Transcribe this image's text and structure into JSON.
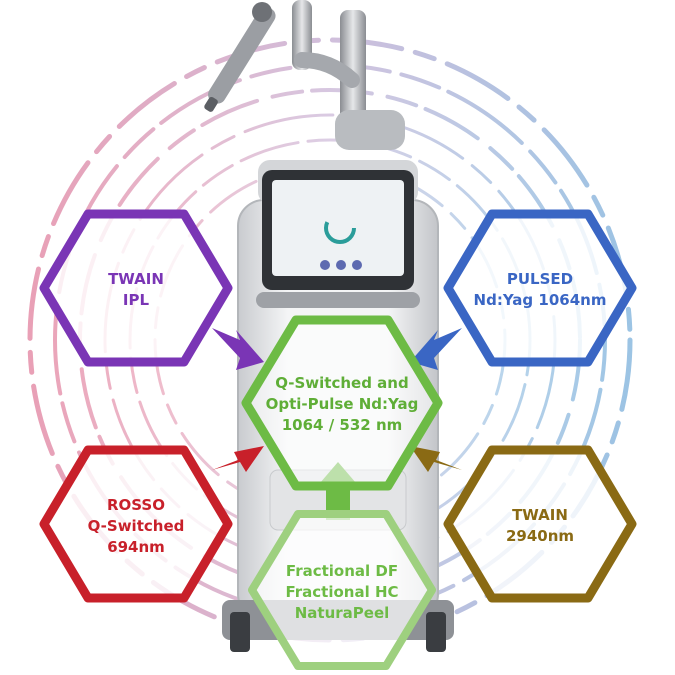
{
  "colors": {
    "purple": "#7a35b5",
    "blue": "#3a66c4",
    "green": "#6dbb45",
    "light_green": "#9ed07f",
    "red": "#c8202a",
    "olive": "#8a6a14",
    "ring_pink": "#e3a3b8",
    "ring_blue": "#8db8dd"
  },
  "center": {
    "line1": "Q-Switched and",
    "line2": "Opti-Pulse Nd:Yag",
    "line3": "1064 / 532 nm"
  },
  "top_left": {
    "line1": "TWAIN",
    "line2": "IPL"
  },
  "top_right": {
    "line1": "PULSED",
    "line2": "Nd:Yag 1064nm"
  },
  "bottom_left": {
    "line1": "ROSSO",
    "line2": "Q-Switched",
    "line3": "694nm"
  },
  "bottom_right": {
    "line1": "TWAIN",
    "line2": "2940nm"
  },
  "bottom_center": {
    "line1": "Fractional DF",
    "line2": "Fractional HC",
    "line3": "NaturaPeel"
  }
}
